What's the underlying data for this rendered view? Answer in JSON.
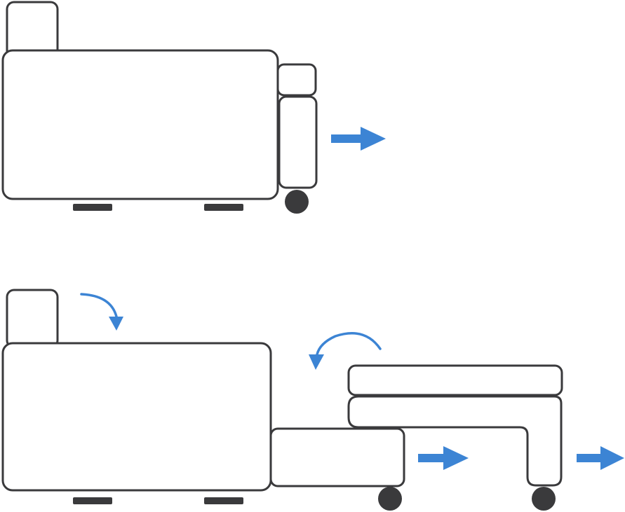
{
  "colors": {
    "outline": "#3a3a3c",
    "feet": "#3a3a3c",
    "wheel": "#3a3a3c",
    "arrow": "#3c84d4",
    "background": "#ffffff"
  },
  "scenes": [
    {
      "state": "folded",
      "icons": [
        "backrest-cushion",
        "sofa-body",
        "armrest",
        "front-cushion",
        "caster-wheel",
        "pull-arrow-right"
      ]
    },
    {
      "state": "unfolded",
      "icons": [
        "backrest-cushion",
        "sofa-body",
        "slide-out-base",
        "mattress-frame",
        "top-cushion",
        "caster-wheel",
        "pull-arrow-right",
        "fold-down-arrow",
        "flip-over-arrow"
      ]
    }
  ]
}
